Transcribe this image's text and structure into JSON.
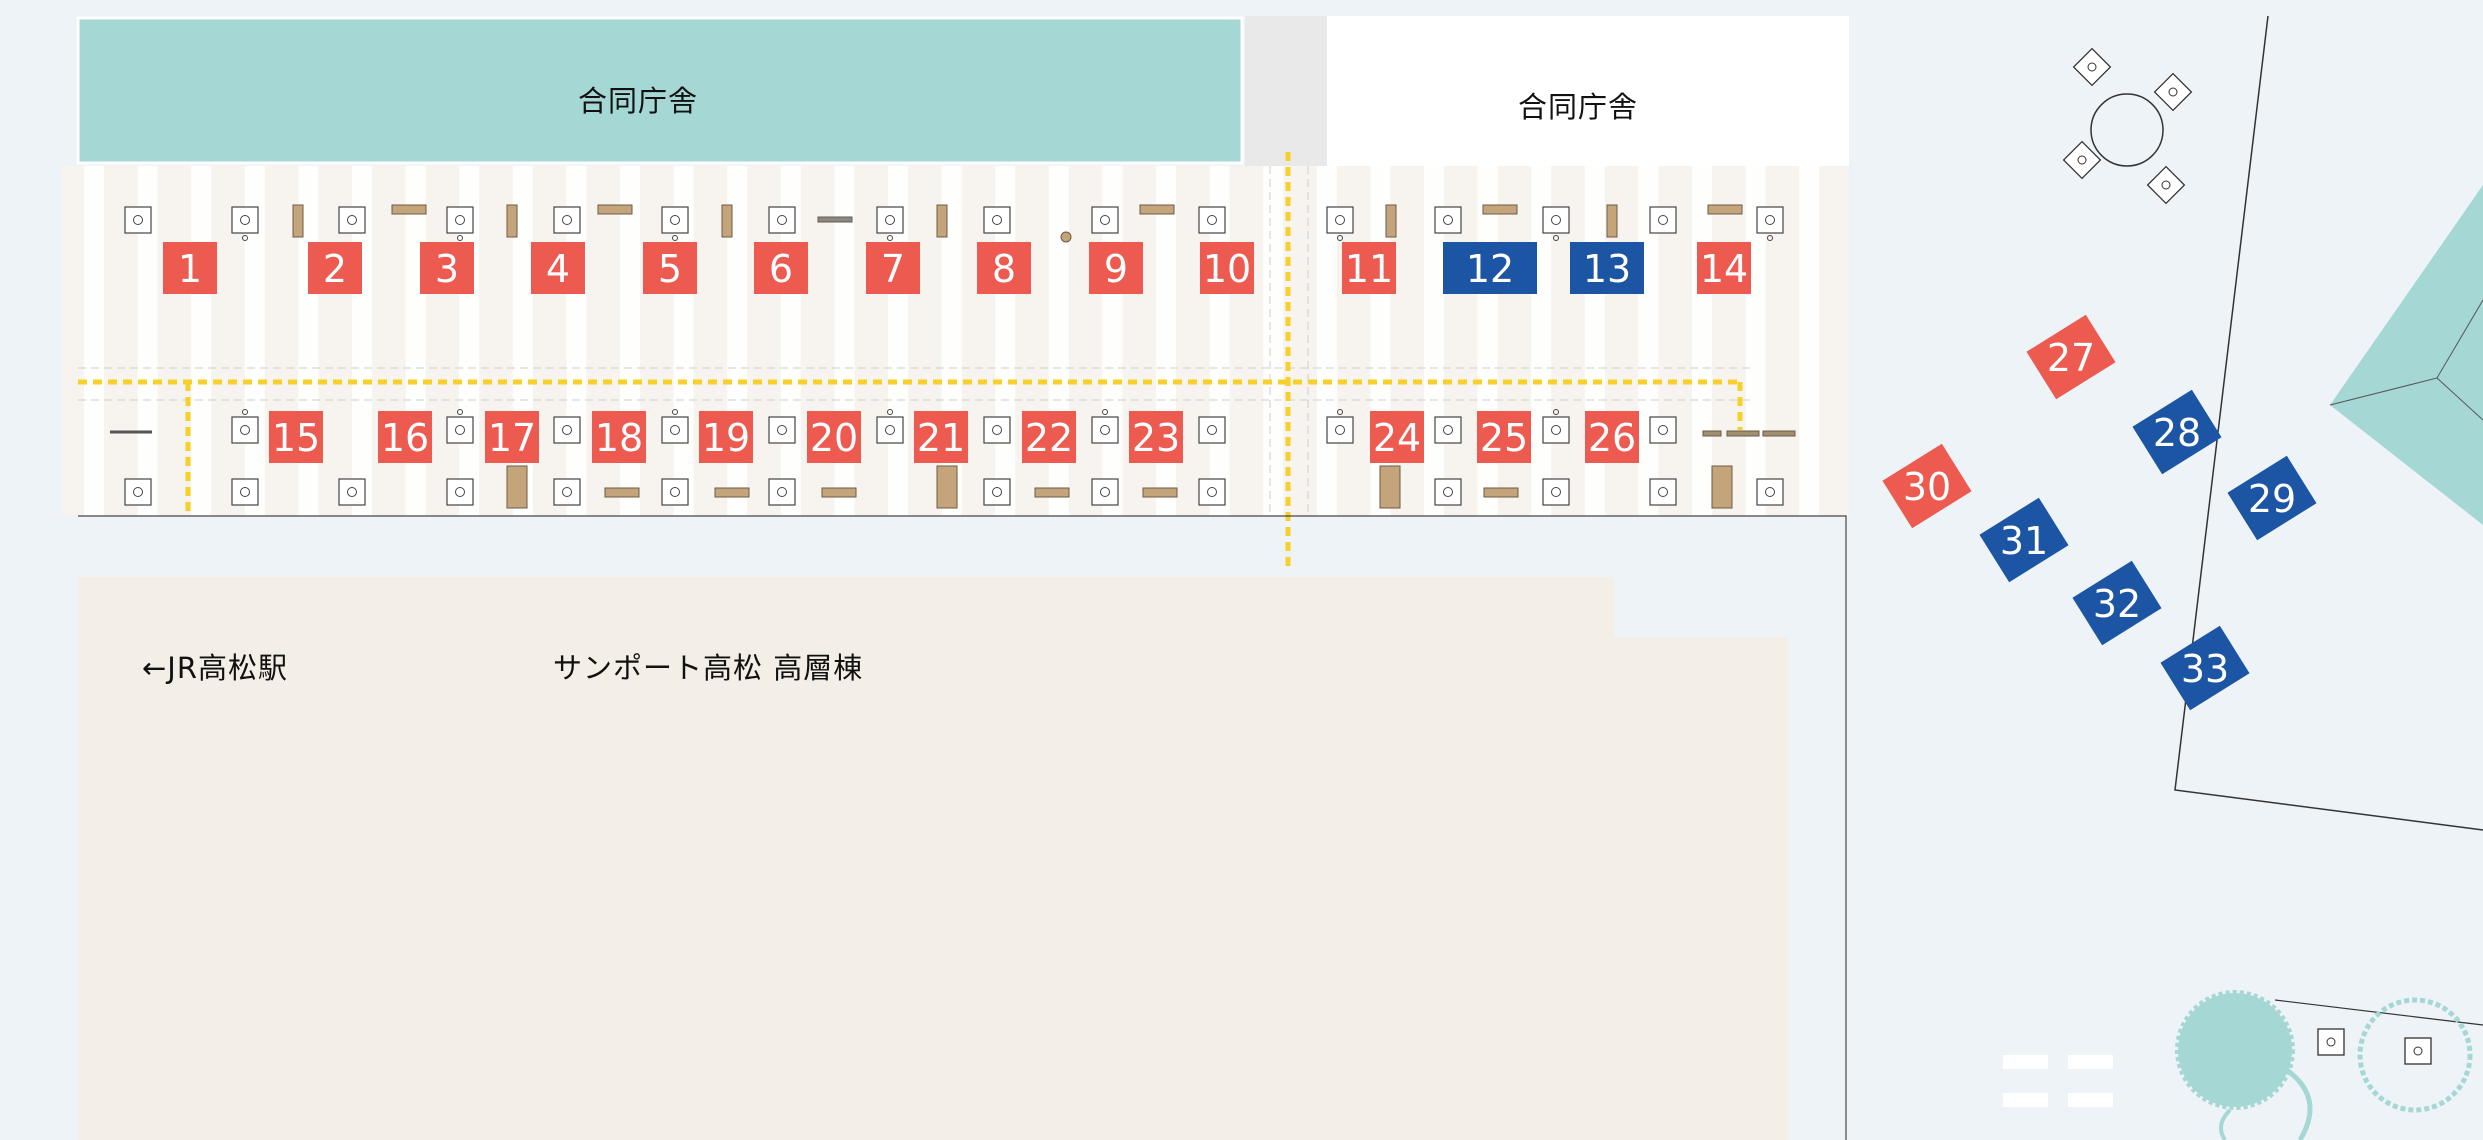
{
  "labels": {
    "bldg_left": "合同庁舎",
    "bldg_right": "合同庁舎",
    "station": "←JR高松駅",
    "sunport": "サンポート高松  高層棟"
  },
  "colors": {
    "red": "#ec5a50",
    "blue": "#1c55a3",
    "teal": "#a5d7d5",
    "beige": "#f4efe6",
    "yellow_path": "#f7d02a",
    "bench": "#c4a57b",
    "background": "#eef3f7"
  },
  "icons": [
    "column-marker-icon",
    "bench-icon",
    "table-set-icon",
    "tree-icon",
    "path-icon"
  ],
  "booths": [
    {
      "num": "1",
      "color": "red"
    },
    {
      "num": "2",
      "color": "red"
    },
    {
      "num": "3",
      "color": "red"
    },
    {
      "num": "4",
      "color": "red"
    },
    {
      "num": "5",
      "color": "red"
    },
    {
      "num": "6",
      "color": "red"
    },
    {
      "num": "7",
      "color": "red"
    },
    {
      "num": "8",
      "color": "red"
    },
    {
      "num": "9",
      "color": "red"
    },
    {
      "num": "10",
      "color": "red"
    },
    {
      "num": "11",
      "color": "red"
    },
    {
      "num": "12",
      "color": "blue"
    },
    {
      "num": "13",
      "color": "blue"
    },
    {
      "num": "14",
      "color": "red"
    },
    {
      "num": "15",
      "color": "red"
    },
    {
      "num": "16",
      "color": "red"
    },
    {
      "num": "17",
      "color": "red"
    },
    {
      "num": "18",
      "color": "red"
    },
    {
      "num": "19",
      "color": "red"
    },
    {
      "num": "20",
      "color": "red"
    },
    {
      "num": "21",
      "color": "red"
    },
    {
      "num": "22",
      "color": "red"
    },
    {
      "num": "23",
      "color": "red"
    },
    {
      "num": "24",
      "color": "red"
    },
    {
      "num": "25",
      "color": "red"
    },
    {
      "num": "26",
      "color": "red"
    },
    {
      "num": "27",
      "color": "red"
    },
    {
      "num": "28",
      "color": "blue"
    },
    {
      "num": "29",
      "color": "blue"
    },
    {
      "num": "30",
      "color": "red"
    },
    {
      "num": "31",
      "color": "blue"
    },
    {
      "num": "32",
      "color": "blue"
    },
    {
      "num": "33",
      "color": "blue"
    }
  ]
}
